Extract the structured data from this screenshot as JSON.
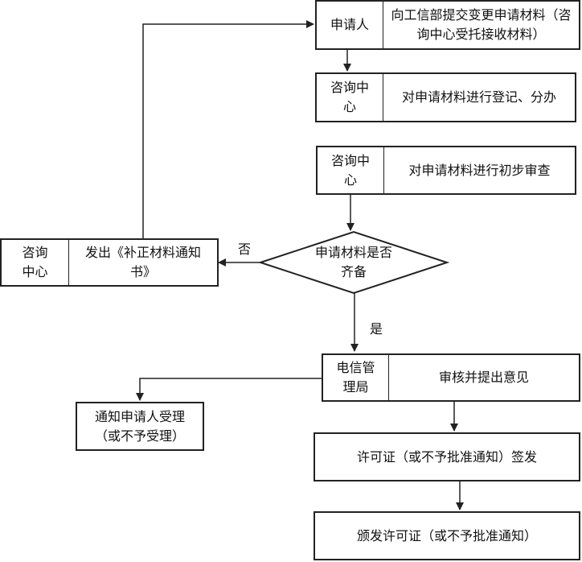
{
  "nodes": {
    "applicant": {
      "role": "申请人",
      "text": "向工信部提交变更申请材料（咨询中心受托接收材料）"
    },
    "register": {
      "role": "咨询中心",
      "text": "对申请材料进行登记、分办"
    },
    "review": {
      "role": "咨询中心",
      "text": "对申请材料进行初步审查"
    },
    "decision": {
      "text": "申请材料是否齐备"
    },
    "supplement": {
      "role": "咨询中心",
      "text": "发出《补正材料通知书》"
    },
    "telecom": {
      "role": "电信管理局",
      "text": "审核并提出意见"
    },
    "notify": {
      "text": "通知申请人受理（或不予受理）"
    },
    "license": {
      "text": "许可证（或不予批准通知）签发"
    },
    "issue": {
      "text": "颁发许可证（或不予批准通知）"
    }
  },
  "labels": {
    "no": "否",
    "yes": "是"
  }
}
